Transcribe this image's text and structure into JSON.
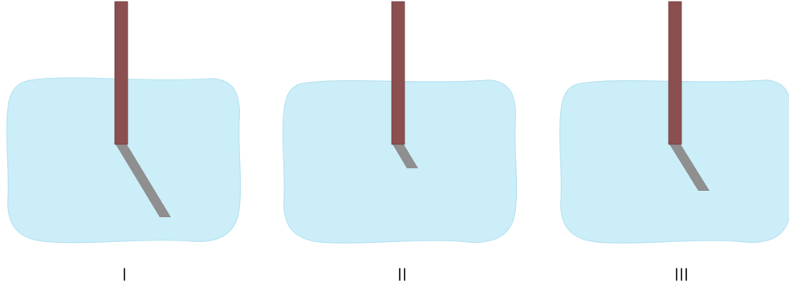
{
  "colors": {
    "background": "#ffffff",
    "water": "#cceef9",
    "water_edge": "#bfe6f4",
    "rod_above": "#8c4f4f",
    "rod_above_edge": "#6f3b3b",
    "rod_below": "#8f8f8f",
    "label": "#333333"
  },
  "panels": [
    {
      "label": "I"
    },
    {
      "label": "II"
    },
    {
      "label": "III"
    }
  ]
}
